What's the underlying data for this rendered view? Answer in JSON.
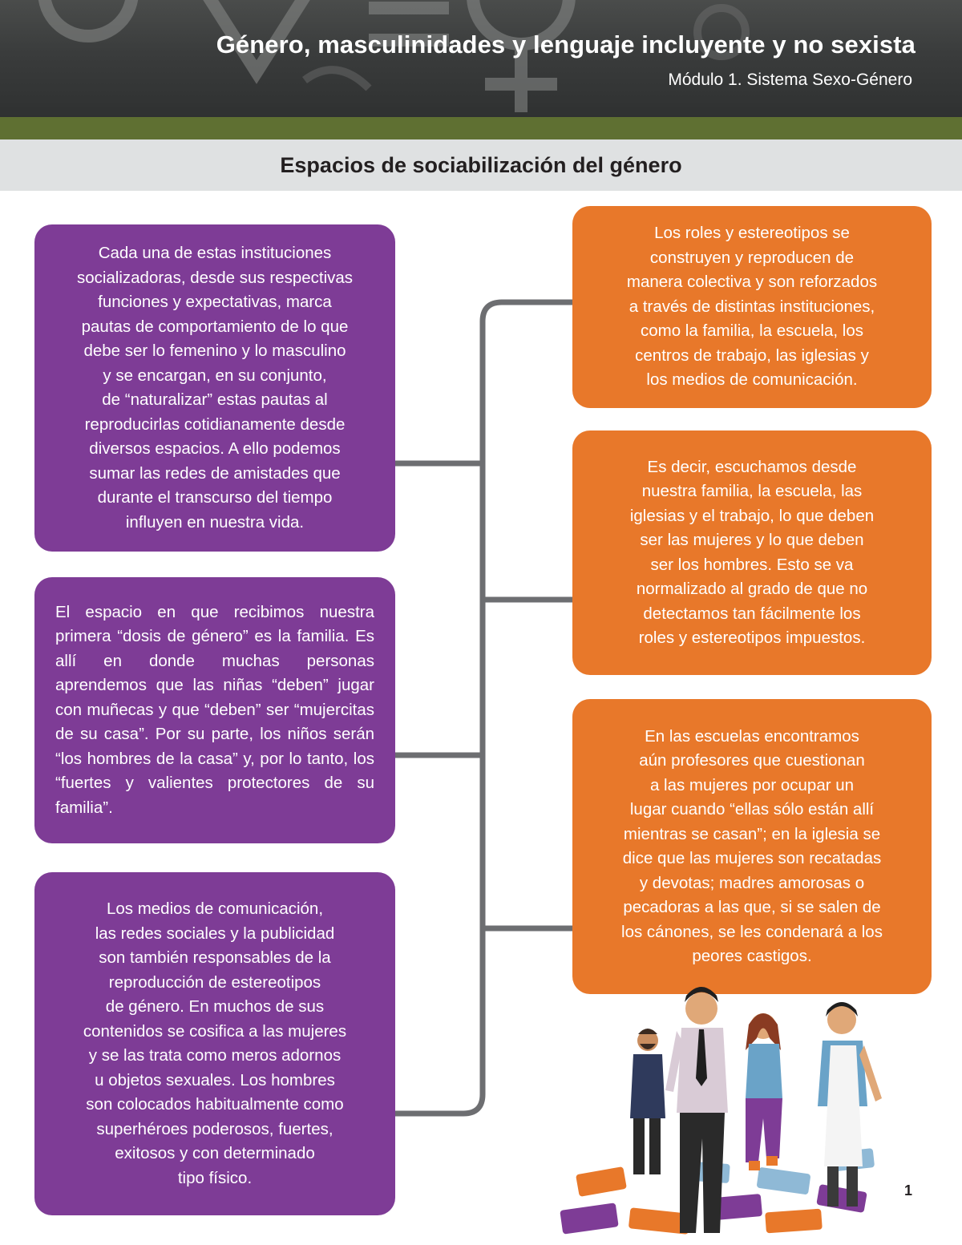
{
  "header": {
    "title": "Género, masculinidades y lenguaje incluyente y no sexista",
    "subtitle": "Módulo 1. Sistema Sexo-Género"
  },
  "section": {
    "heading": "Espacios de sociabilización del género"
  },
  "left_boxes": [
    {
      "text": "Cada una de estas instituciones\nsocializadoras, desde sus respectivas\nfunciones y expectativas, marca\npautas de comportamiento de lo que\ndebe ser lo femenino y lo masculino\ny se encargan, en su conjunto,\nde “naturalizar” estas pautas al\nreproducirlas cotidianamente desde\ndiversos espacios. A ello podemos\nsumar las redes de amistades que\ndurante el transcurso del tiempo\ninfluyen en nuestra vida."
    },
    {
      "text": "El espacio en que recibimos nuestra primera “dosis de género” es la familia. Es allí en donde muchas personas aprendemos que las niñas “deben” jugar con muñecas y que “deben” ser “mujercitas de su casa”. Por su parte, los niños serán “los hombres de la casa” y, por lo tanto, los “fuertes y valientes protectores de su familia”."
    },
    {
      "text": "Los medios de comunicación,\nlas redes sociales y la publicidad\nson también responsables de la\nreproducción de estereotipos\nde género. En muchos de sus\ncontenidos se cosifica a las mujeres\ny se las trata como meros adornos\nu objetos sexuales. Los hombres\nson colocados habitualmente como\nsuperhéroes poderosos, fuertes,\nexitosos y con determinado\ntipo físico."
    }
  ],
  "right_boxes": [
    {
      "text": "Los roles y estereotipos se\nconstruyen y reproducen de\nmanera colectiva y son reforzados\na través de distintas instituciones,\ncomo la familia, la escuela, los\ncentros de trabajo, las iglesias y\nlos medios de comunicación."
    },
    {
      "text": "Es decir, escuchamos desde\nnuestra familia, la escuela, las\niglesias y el trabajo, lo que deben\nser las mujeres y lo que deben\nser los hombres. Esto se va\nnormalizado al grado de que no\ndetectamos tan fácilmente los\nroles y estereotipos impuestos."
    },
    {
      "text": "En las escuelas encontramos\naún profesores que cuestionan\na las mujeres por ocupar un\nlugar cuando “ellas sólo están allí\nmientras se casan”; en la iglesia se\ndice que las mujeres son recatadas\ny devotas; madres amorosas o\npecadoras a las que, si se salen de\nlos cánones, se les condenará a los\npeores castigos."
    }
  ],
  "page_number": "1",
  "colors": {
    "purple_box": "#7e3c96",
    "orange_box": "#e8782a",
    "header_band": "#5f7032",
    "section_bar": "#dfe1e2",
    "connector": "#6d6e71"
  },
  "icons": [
    "chalkboard-gender-symbols",
    "people-on-puzzle-pieces-illustration"
  ]
}
